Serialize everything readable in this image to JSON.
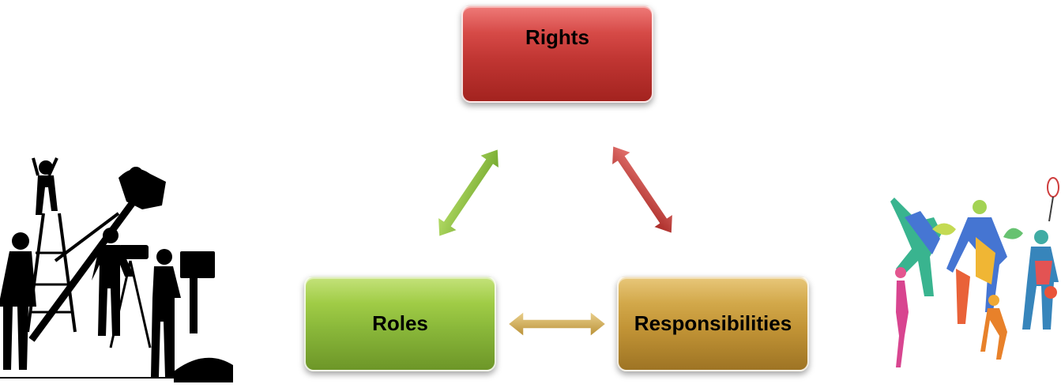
{
  "nodes": {
    "rights": "Rights",
    "roles": "Roles",
    "responsibilities": "Responsibilities"
  },
  "colors": {
    "rights": "#c13633",
    "roles": "#8ab83a",
    "responsibilities": "#c29436",
    "arrow_roles_rights": "#8bc53f",
    "arrow_rights_responsibilities": "#c8312f",
    "arrow_roles_responsibilities": "#c9a54a"
  },
  "images": {
    "left": "film-crew-silhouette-image",
    "right": "colorful-athletes-image"
  }
}
